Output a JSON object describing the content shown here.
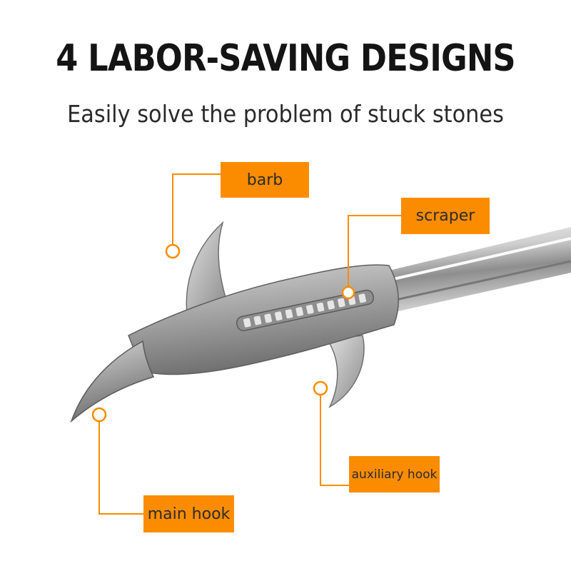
{
  "heading": {
    "title": "4 LABOR-SAVING DESIGNS",
    "subtitle": "Easily solve the problem of stuck stones"
  },
  "callouts": {
    "barb": "barb",
    "scraper": "scraper",
    "auxiliary_hook": "auxiliary hook",
    "main_hook": "main hook"
  },
  "colors": {
    "accent": "#fb8c00",
    "metal": "#b9b9b9",
    "metal_dark": "#7d7d7d"
  }
}
